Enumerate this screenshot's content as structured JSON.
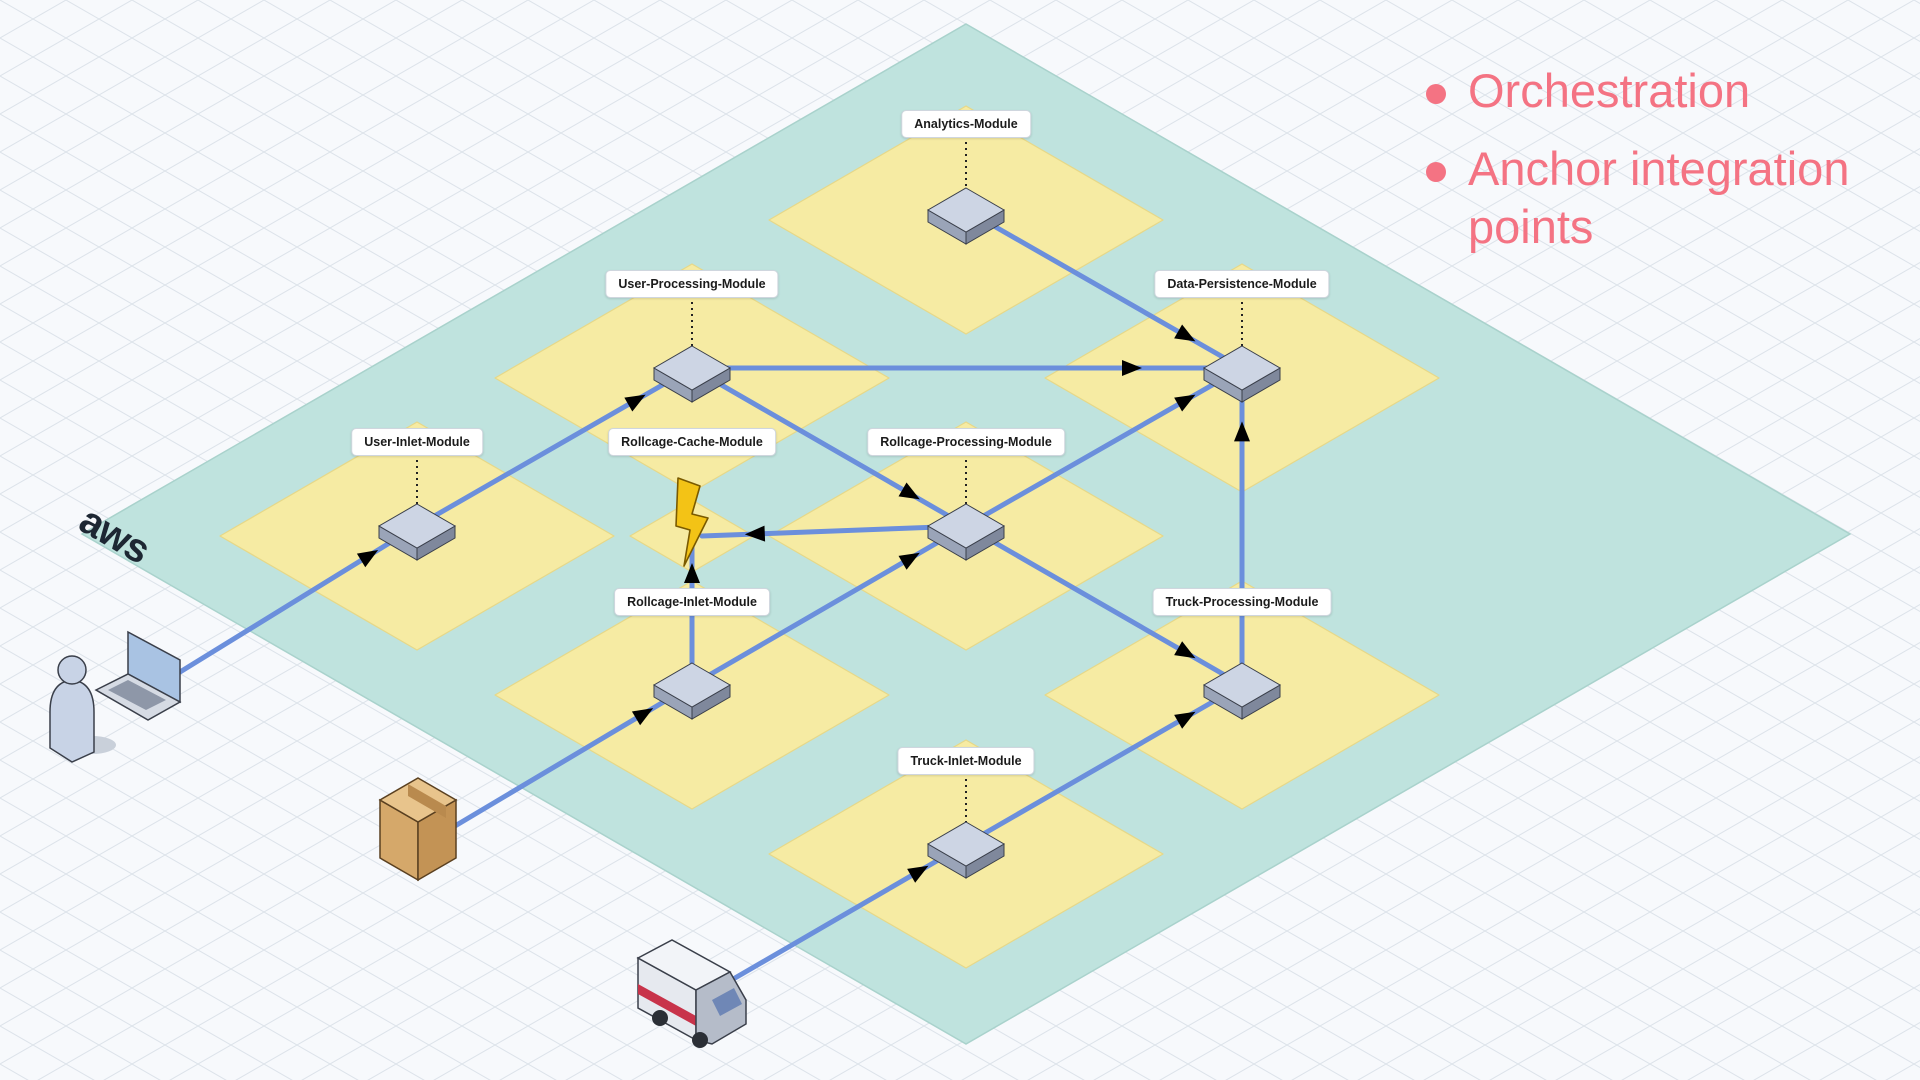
{
  "diagram": {
    "modules": [
      {
        "id": "analytics",
        "label": "Analytics-Module"
      },
      {
        "id": "user_processing",
        "label": "User-Processing-Module"
      },
      {
        "id": "data_persistence",
        "label": "Data-Persistence-Module"
      },
      {
        "id": "user_inlet",
        "label": "User-Inlet-Module"
      },
      {
        "id": "rollcage_cache",
        "label": "Rollcage-Cache-Module"
      },
      {
        "id": "rollcage_processing",
        "label": "Rollcage-Processing-Module"
      },
      {
        "id": "rollcage_inlet",
        "label": "Rollcage-Inlet-Module"
      },
      {
        "id": "truck_processing",
        "label": "Truck-Processing-Module"
      },
      {
        "id": "truck_inlet",
        "label": "Truck-Inlet-Module"
      }
    ],
    "connections": [
      {
        "from": "user",
        "to": "user_inlet"
      },
      {
        "from": "user_inlet",
        "to": "user_processing"
      },
      {
        "from": "user_processing",
        "to": "data_persistence"
      },
      {
        "from": "user_processing",
        "to": "rollcage_processing"
      },
      {
        "from": "analytics",
        "to": "data_persistence"
      },
      {
        "from": "package",
        "to": "rollcage_inlet"
      },
      {
        "from": "rollcage_inlet",
        "to": "rollcage_cache"
      },
      {
        "from": "rollcage_inlet",
        "to": "rollcage_processing"
      },
      {
        "from": "rollcage_processing",
        "to": "rollcage_cache"
      },
      {
        "from": "rollcage_processing",
        "to": "data_persistence"
      },
      {
        "from": "rollcage_processing",
        "to": "truck_processing"
      },
      {
        "from": "truck",
        "to": "truck_inlet"
      },
      {
        "from": "truck_inlet",
        "to": "truck_processing"
      },
      {
        "from": "truck_processing",
        "to": "data_persistence"
      }
    ],
    "external_actors": [
      {
        "id": "user",
        "icon": "user-laptop-icon"
      },
      {
        "id": "package",
        "icon": "package-box-icon"
      },
      {
        "id": "truck",
        "icon": "delivery-truck-icon"
      }
    ],
    "cache_icon": "lightning-icon",
    "cloud_logo": "aws",
    "colors": {
      "platform": "#bfe3de",
      "zone": "#f6eba3",
      "connection": "#6b8fdc",
      "arrow": "#000000",
      "node": "#cdd5e4",
      "accent": "#f47383",
      "background": "#f7f9fc"
    }
  },
  "bullets": [
    {
      "text": "Orchestration"
    },
    {
      "text": "Anchor integration points"
    }
  ]
}
